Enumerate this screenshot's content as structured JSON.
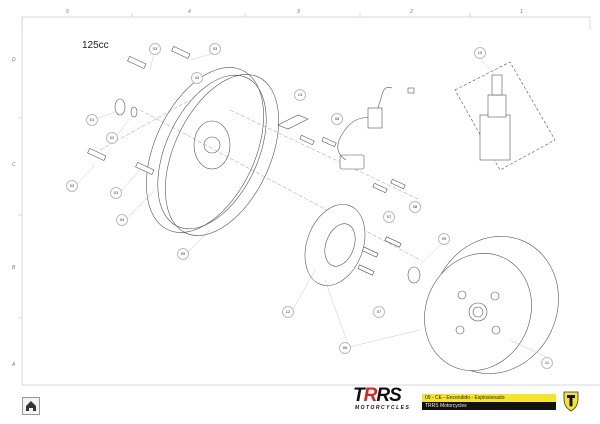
{
  "frame": {
    "columns": [
      "5",
      "4",
      "3",
      "2",
      "1"
    ],
    "rows": [
      "D",
      "C",
      "B",
      "A"
    ]
  },
  "engine_size": "125cc",
  "callouts": [
    {
      "id": "c1",
      "label": "03"
    },
    {
      "id": "c2",
      "label": "03"
    },
    {
      "id": "c3",
      "label": "03"
    },
    {
      "id": "c4",
      "label": "01"
    },
    {
      "id": "c5",
      "label": "02"
    },
    {
      "id": "c6",
      "label": "03"
    },
    {
      "id": "c7",
      "label": "03"
    },
    {
      "id": "c8",
      "label": "04"
    },
    {
      "id": "c9",
      "label": "05"
    },
    {
      "id": "c10",
      "label": "13"
    },
    {
      "id": "c11",
      "label": "08"
    },
    {
      "id": "c12",
      "label": "08"
    },
    {
      "id": "c13",
      "label": "07"
    },
    {
      "id": "c14",
      "label": "09"
    },
    {
      "id": "c15",
      "label": "07"
    },
    {
      "id": "c16",
      "label": "12"
    },
    {
      "id": "c17",
      "label": "06"
    },
    {
      "id": "c18",
      "label": "10"
    },
    {
      "id": "c19",
      "label": "11"
    }
  ],
  "title_block": {
    "logo_text": "TRRS",
    "logo_sub": "MOTORCYCLES",
    "drawing_title": "09 - CE - Encendido - Explosionado",
    "company": "TRRS Motorcycles",
    "accent_color": "#f5e52a"
  },
  "home_button": "home-icon"
}
